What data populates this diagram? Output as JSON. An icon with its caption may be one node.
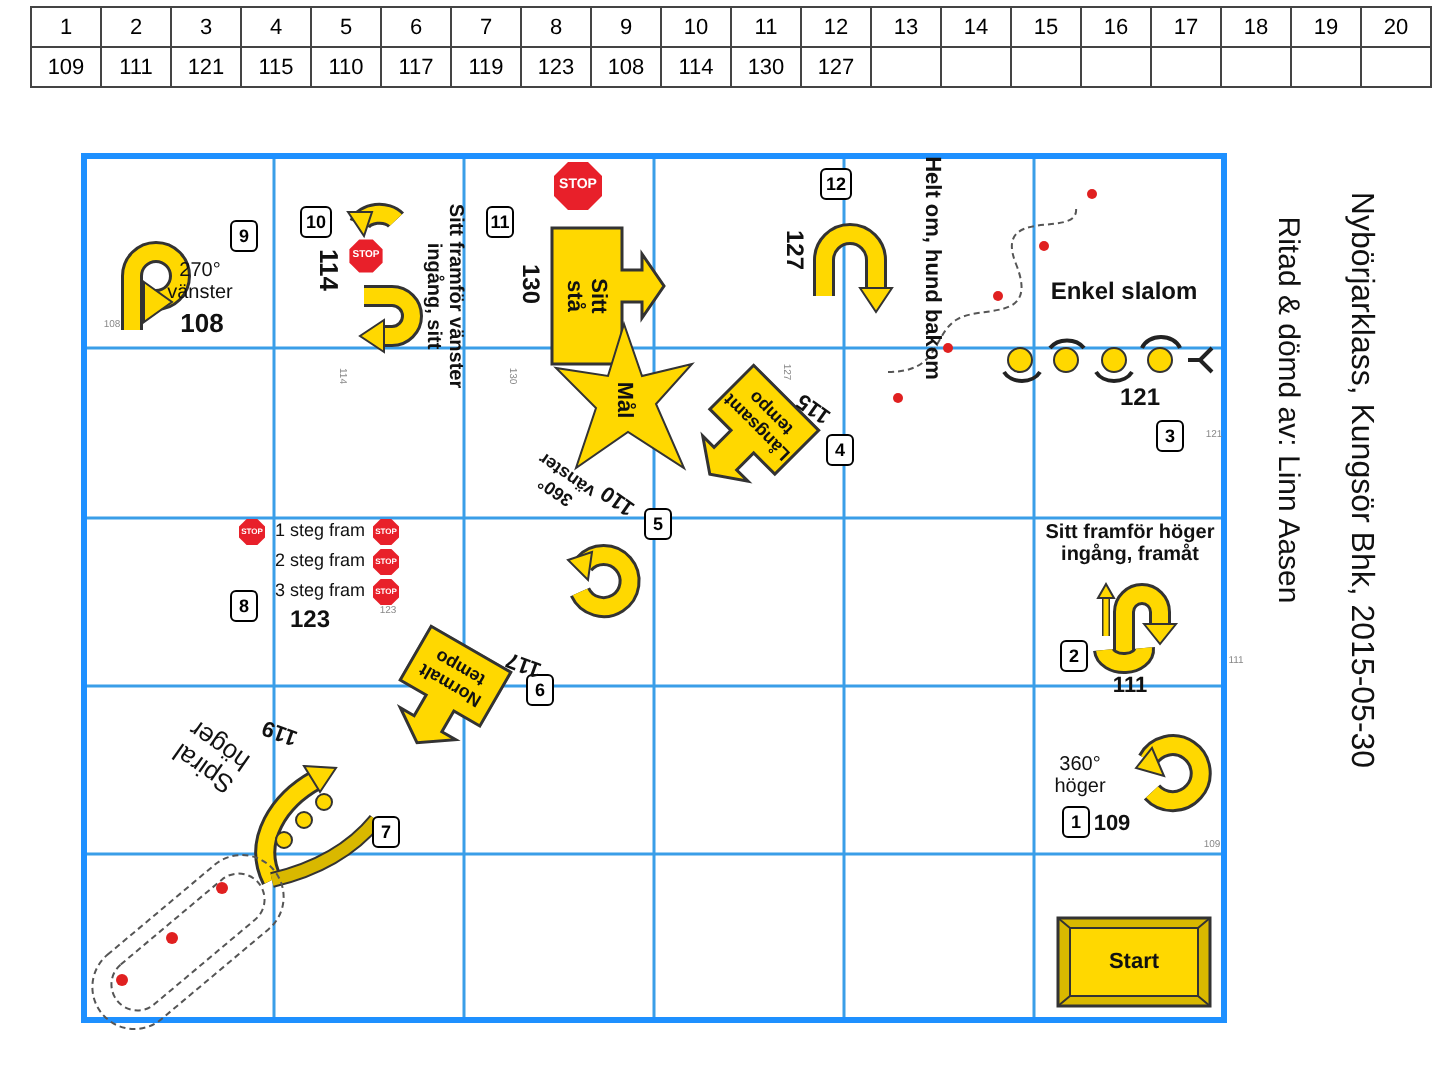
{
  "diagram": {
    "title": "Nybörjarklass, Kungsör Bhk, 2015-05-30",
    "caption": "Ritad & dömd av: Linn Aasen",
    "nodes": [
      {
        "text": [
          "1"
        ]
      },
      {
        "text": [
          "2"
        ]
      },
      {
        "text": [
          "3"
        ]
      },
      {
        "text": [
          "4"
        ]
      },
      {
        "text": [
          "5"
        ]
      },
      {
        "text": [
          "6"
        ]
      },
      {
        "text": [
          "7"
        ]
      },
      {
        "text": [
          "8"
        ]
      },
      {
        "text": [
          "9"
        ]
      },
      {
        "text": [
          "10"
        ]
      },
      {
        "text": [
          "11"
        ]
      },
      {
        "text": [
          "12"
        ]
      },
      {
        "text": [
          "Sitt stå"
        ]
      },
      {
        "text": [
          "Mål"
        ]
      },
      {
        "text": [
          "Långsamt tempo"
        ]
      },
      {
        "text": [
          "Normalt tempo"
        ]
      },
      {
        "text": [
          "Start"
        ]
      }
    ],
    "labels": [
      "1",
      "2",
      "3",
      "4",
      "5",
      "6",
      "7",
      "8",
      "9",
      "10",
      "11",
      "12",
      "13",
      "14",
      "15",
      "16",
      "17",
      "18",
      "19",
      "20",
      "109",
      "111",
      "121",
      "115",
      "110",
      "117",
      "119",
      "123",
      "108",
      "114",
      "130",
      "127",
      "270° vänster",
      "108",
      "114",
      "STOP",
      "Sitt framför vänster ingång, sitt",
      "130",
      "STOP",
      "Helt om, hund bakom",
      "127",
      "Enkel slalom",
      "121",
      "115",
      "360° vänster",
      "110",
      "STOP",
      "1 steg fram",
      "STOP",
      "2 steg fram",
      "STOP",
      "3 steg fram",
      "STOP",
      "123",
      "Sitt framför höger ingång, framåt",
      "111",
      "117",
      "Spiral höger",
      "119",
      "360° höger",
      "109",
      "108",
      "114",
      "130",
      "127",
      "121",
      "123",
      "111",
      "109"
    ]
  }
}
